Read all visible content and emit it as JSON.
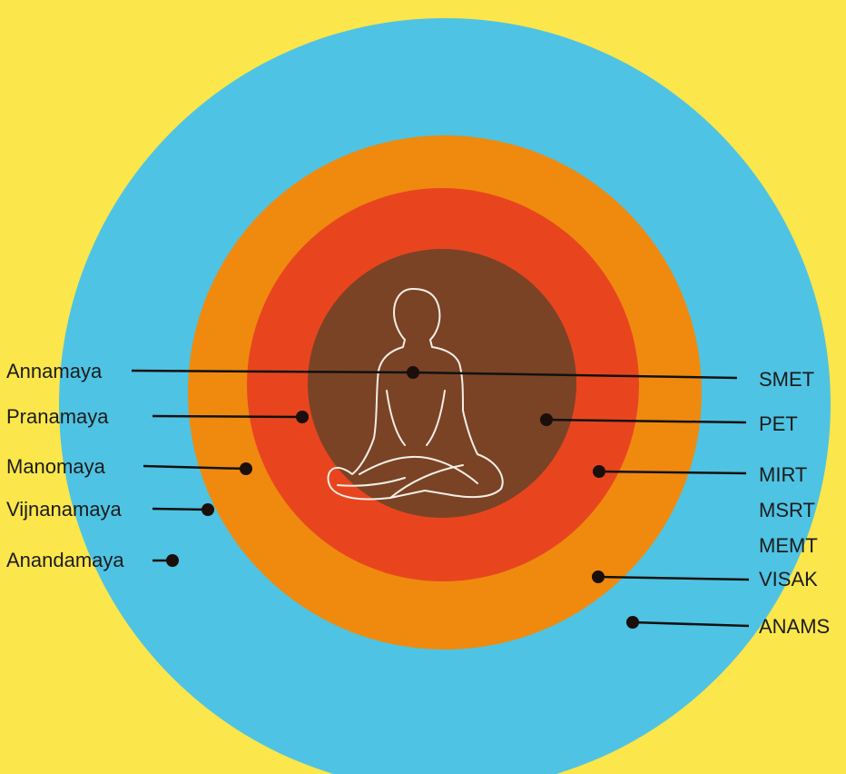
{
  "diagram": {
    "left_labels": [
      "Annamaya",
      "Pranamaya",
      "Manomaya",
      "Vijnanamaya",
      "Anandamaya"
    ],
    "right_labels": [
      "SMET",
      "PET",
      "MIRT",
      "MSRT",
      "MEMT",
      "VISAK",
      "ANAMS"
    ],
    "ring_colors": {
      "background": "#fbe64c",
      "outer": "#4fc3e3",
      "middle": "#ef8a0e",
      "inner": "#e8451f",
      "core": "#7a4325"
    },
    "figure_icon": "meditating-figure-icon"
  }
}
